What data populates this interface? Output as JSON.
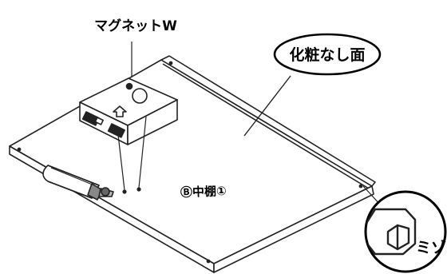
{
  "labels": {
    "magnet": "マグネットW",
    "no_finish_face": "化粧なし面",
    "panel": "Ⓑ中棚①",
    "groove": "ミゾ"
  }
}
